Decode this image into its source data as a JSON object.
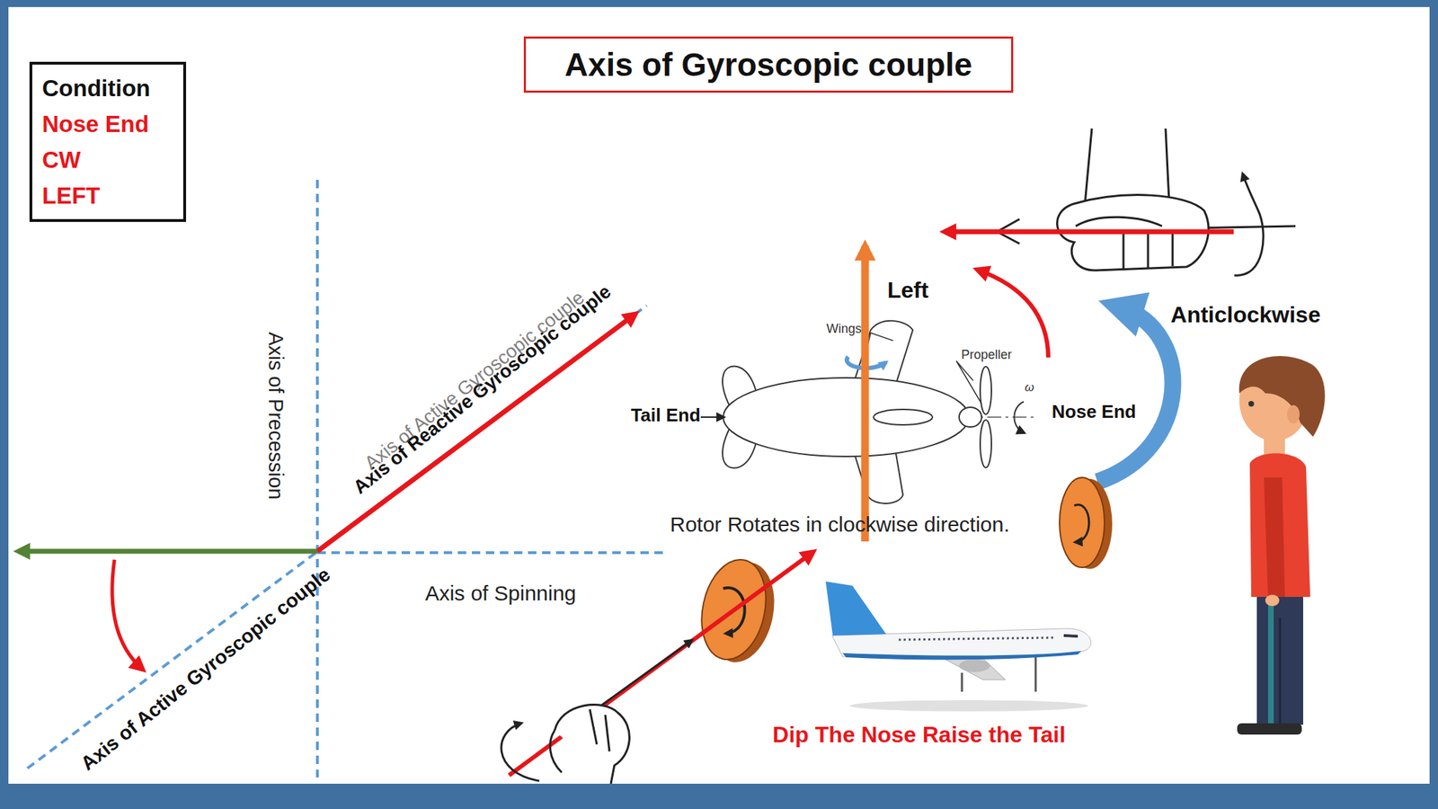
{
  "diagram": {
    "title": "Axis of Gyroscopic couple",
    "nodes": [
      {
        "text": [
          "Condition",
          "Nose End",
          "CW",
          "LEFT"
        ]
      }
    ],
    "labels": [
      "Axis of Precession",
      "Axis of Reactive Gyroscopic couple",
      "Axis of Active Gyroscopic couple",
      "Axis of Active Gyroscopic couple",
      "Axis of Spinning",
      "Left",
      "Wings",
      "Propeller",
      "Tail End",
      "Nose End",
      "ω",
      "Anticlockwise",
      "Rotor Rotates in clockwise direction.",
      "Dip The Nose Raise the Tail"
    ]
  }
}
